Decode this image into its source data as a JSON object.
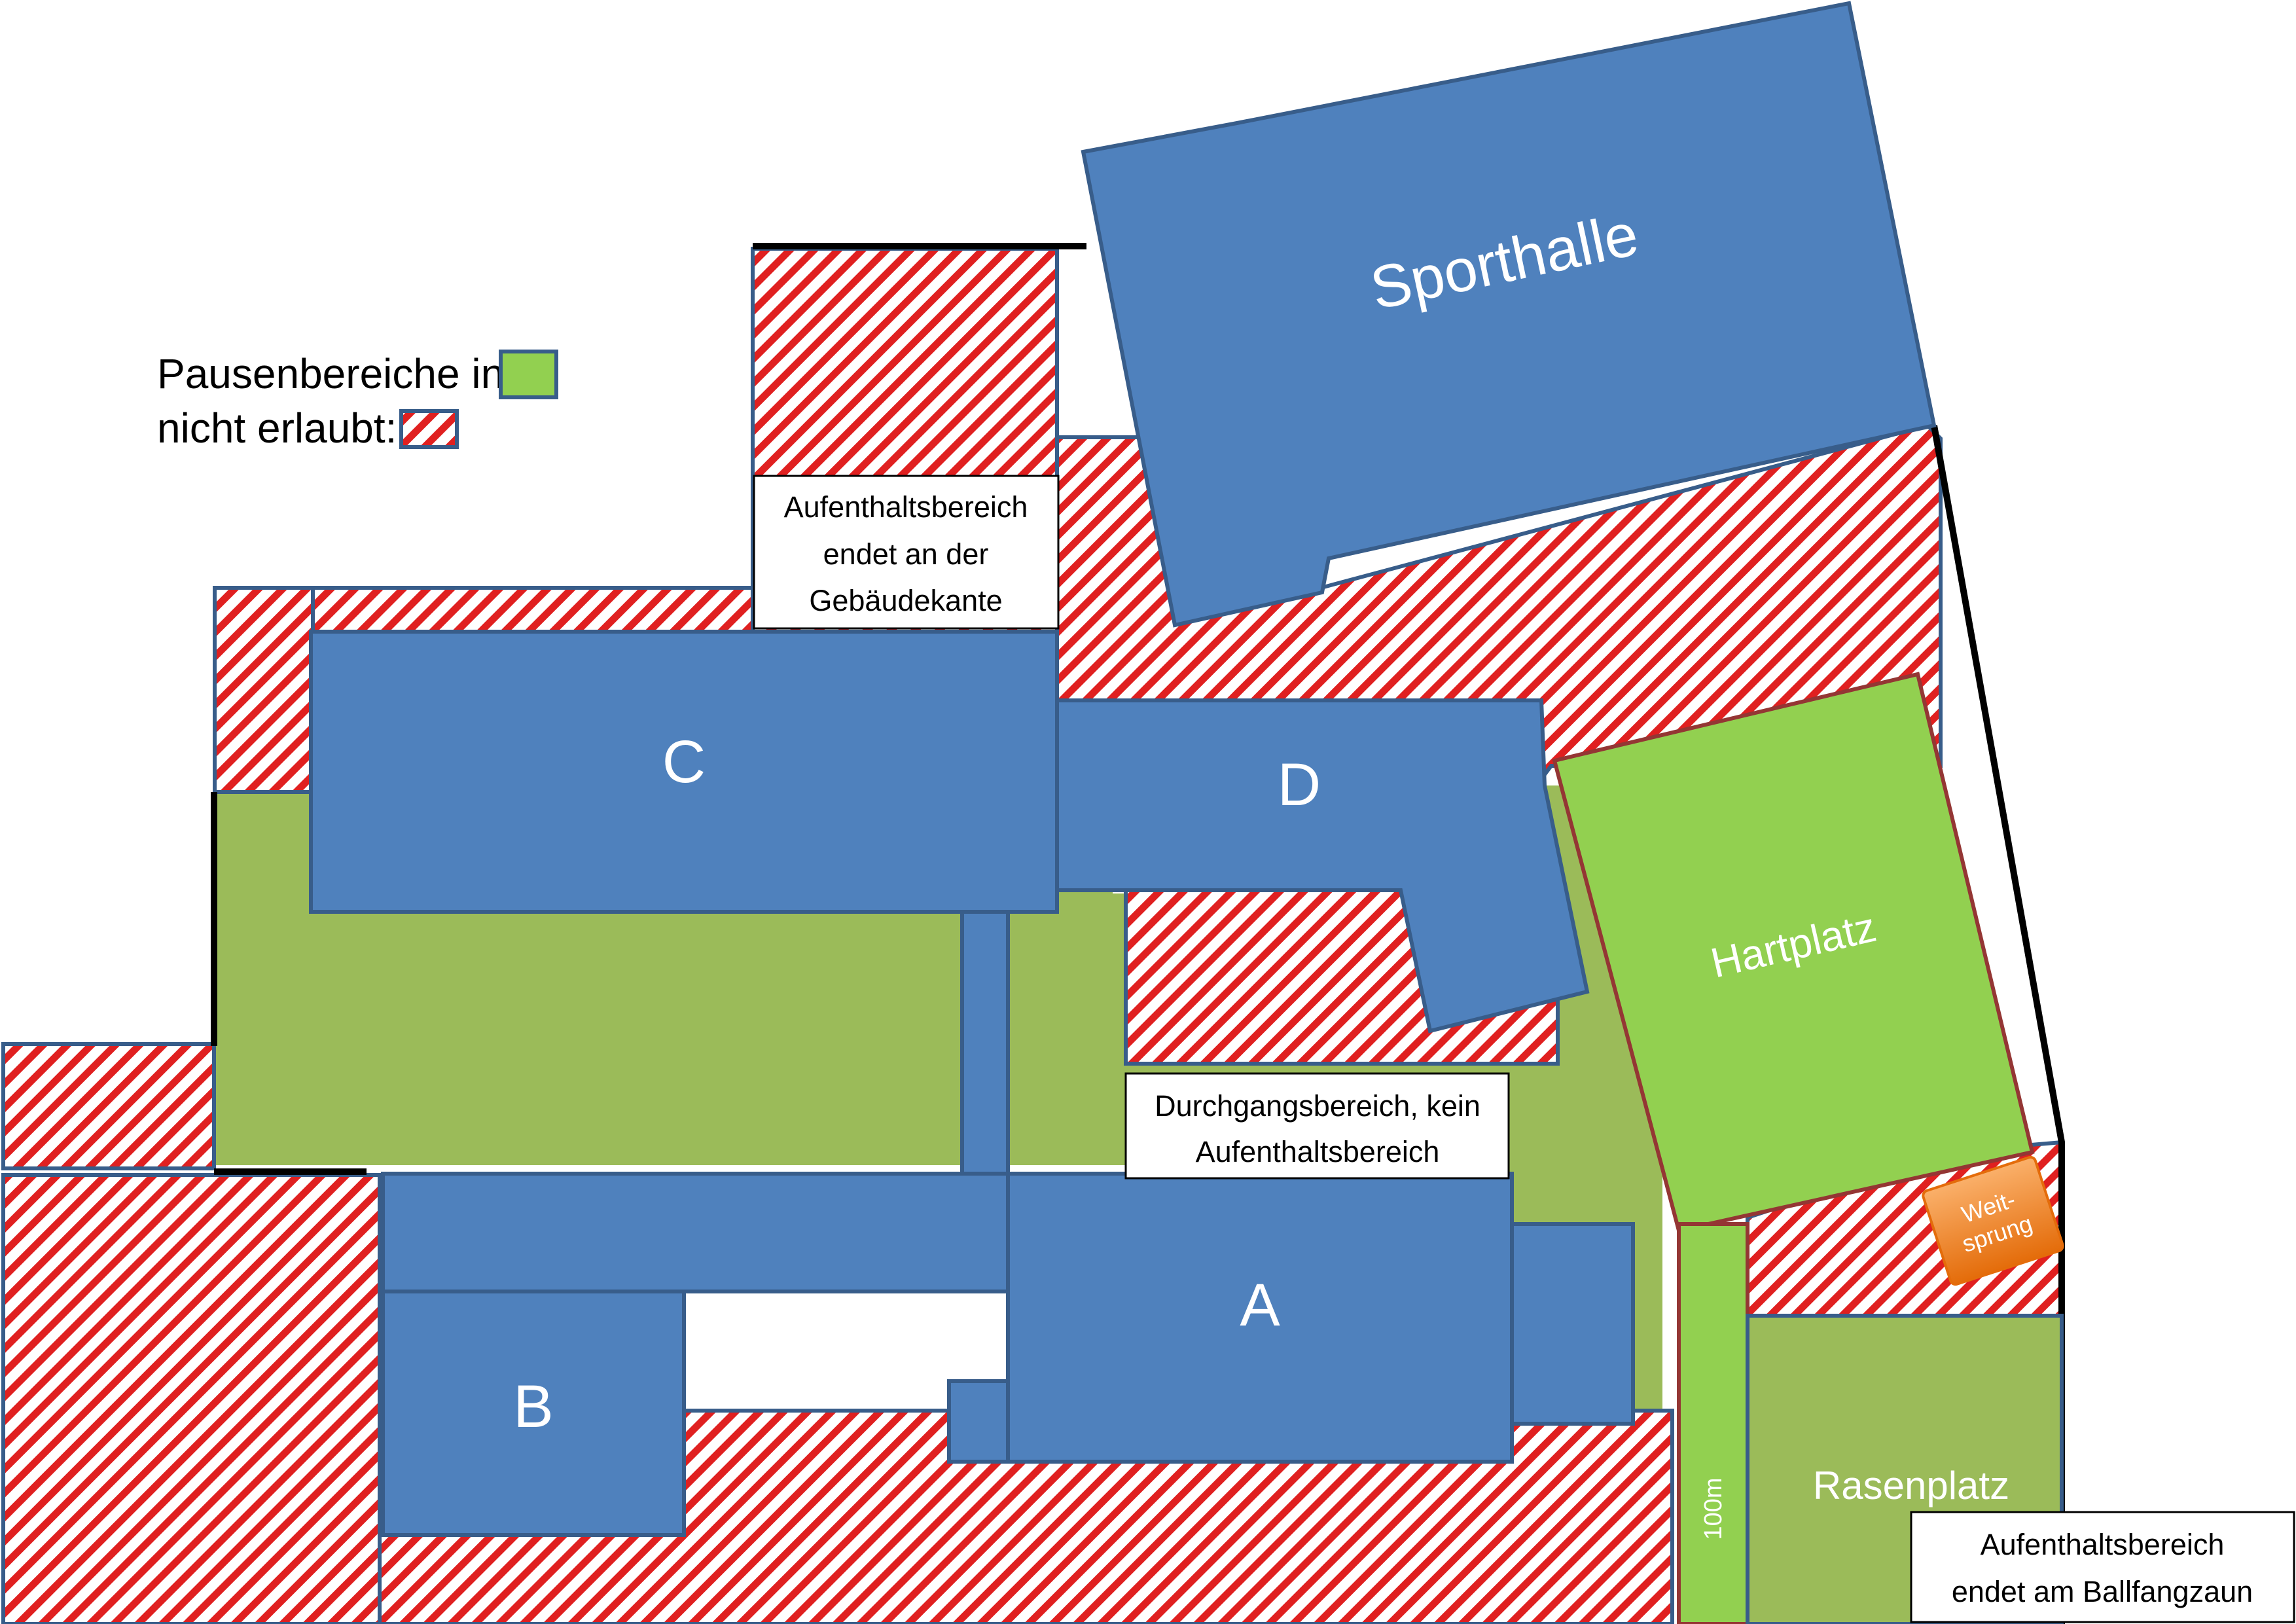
{
  "legend": {
    "allowed_label": "Pausenbereiche in:",
    "forbidden_label": "nicht erlaubt:"
  },
  "buildings": {
    "sporthalle": "Sporthalle",
    "c": "C",
    "d": "D",
    "a": "A",
    "b": "B"
  },
  "fields": {
    "hartplatz": "Hartplatz",
    "rasenplatz": "Rasenplatz",
    "track_100m": "100m",
    "weitsprung_line1": "Weit-",
    "weitsprung_line2": "sprung"
  },
  "notes": {
    "building_edge_line1": "Aufenthaltsbereich",
    "building_edge_line2": "endet an der",
    "building_edge_line3": "Gebäudekante",
    "passage_line1": "Durchgangsbereich, kein",
    "passage_line2": "Aufenthaltsbereich",
    "fence_line1": "Aufenthaltsbereich",
    "fence_line2": "endet am Ballfangzaun"
  },
  "colors": {
    "building": "#4F81BD",
    "building_border": "#385D8A",
    "break_area": "#9BBB59",
    "hartplatz": "#92D050",
    "hatch_red": "#E02020",
    "field_border": "#943634",
    "weitsprung": "#F79646"
  }
}
